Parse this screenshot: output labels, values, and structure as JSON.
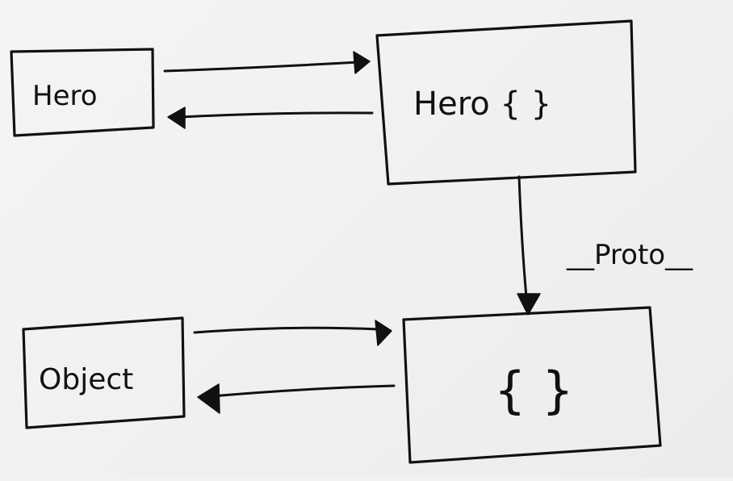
{
  "nodes": {
    "hero_function": {
      "label": "Hero"
    },
    "hero_prototype": {
      "label": "Hero { }"
    },
    "object_function": {
      "label": "Object"
    },
    "object_prototype": {
      "label": "{ }"
    }
  },
  "edges": {
    "proto_link": {
      "label": "__Proto__"
    }
  },
  "colors": {
    "ink": "#111111",
    "paper": "#f2f2f2"
  }
}
